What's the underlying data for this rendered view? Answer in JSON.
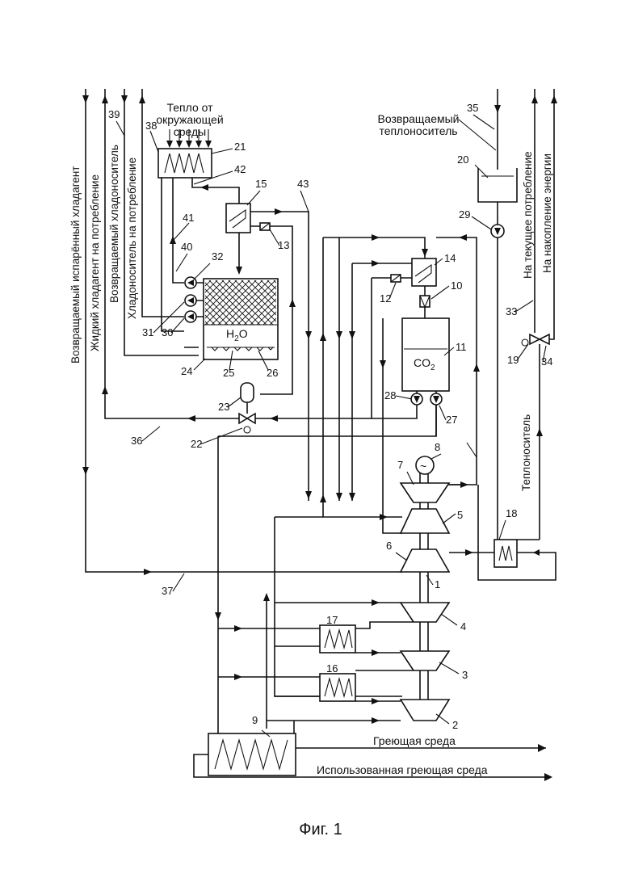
{
  "labels": {
    "heat_from_environment": [
      "Тепло от",
      "окружающей",
      "среды"
    ],
    "returned_coolant": [
      "Возвращаемый",
      "теплоноситель"
    ],
    "returned_evaporated_refrigerant": "Возвращаемый испарённый хладагент",
    "liquid_refrigerant_to_consumption": "Жидкий хладагент на потребление",
    "returned_cold_carrier": "Возвращаемый хладоноситель",
    "cold_carrier_to_consumption": "Хладоноситель на потребление",
    "to_current_consumption": "На текущее потребление",
    "to_energy_storage": "На накопление энергии",
    "coolant": "Теплоноситель",
    "heating_medium": "Греющая среда",
    "used_heating_medium": "Использованная греющая среда",
    "water": "H",
    "water_sub": "2",
    "water_tail": "O",
    "co2": "CO",
    "co2_sub": "2",
    "generator": "~",
    "caption": "Фиг. 1"
  },
  "numbers": {
    "n1": "1",
    "n2": "2",
    "n3": "3",
    "n4": "4",
    "n5": "5",
    "n6": "6",
    "n7": "7",
    "n8": "8",
    "n9": "9",
    "n10": "10",
    "n11": "11",
    "n12": "12",
    "n13": "13",
    "n14": "14",
    "n15": "15",
    "n16": "16",
    "n17": "17",
    "n18": "18",
    "n19": "19",
    "n20": "20",
    "n21": "21",
    "n22": "22",
    "n23": "23",
    "n24": "24",
    "n25": "25",
    "n26": "26",
    "n27": "27",
    "n28": "28",
    "n29": "29",
    "n30": "30",
    "n31": "31",
    "n32": "32",
    "n33": "33",
    "n34": "34",
    "n35": "35",
    "n36": "36",
    "n37": "37",
    "n38": "38",
    "n39": "39",
    "n40": "40",
    "n41": "41",
    "n42": "42",
    "n43": "43"
  }
}
